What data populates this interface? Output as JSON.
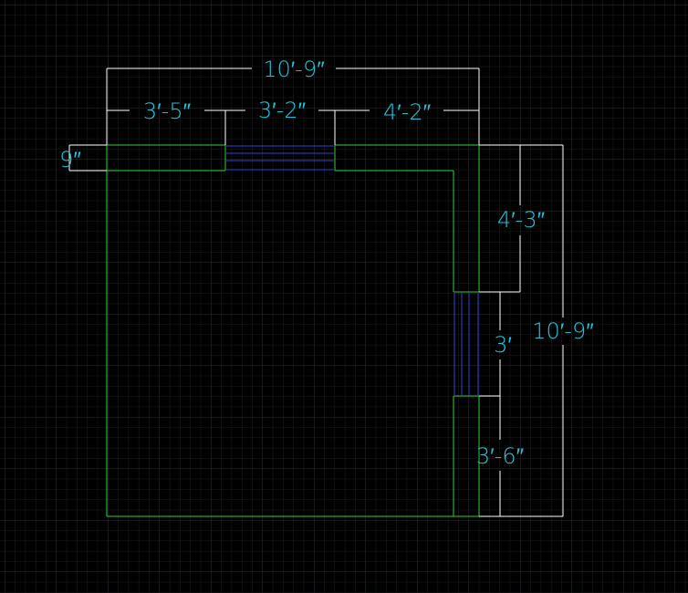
{
  "colors": {
    "background": "#000000",
    "grid_minor": "#1c1f22",
    "grid_major": "#2b3035",
    "wall": "#33cc33",
    "window": "#2f43d8",
    "dimension_line": "#ffffff",
    "dimension_text": "#22c3d8"
  },
  "dimensions": {
    "overall_width": "10′-9″",
    "segment_left": "3′-5″",
    "segment_window_top": "3′-2″",
    "segment_right": "4′-2″",
    "wall_thickness": "9″",
    "right_upper": "4′-3″",
    "right_window": "3′",
    "right_lower": "3′-6″",
    "overall_height": "10′-9″"
  }
}
